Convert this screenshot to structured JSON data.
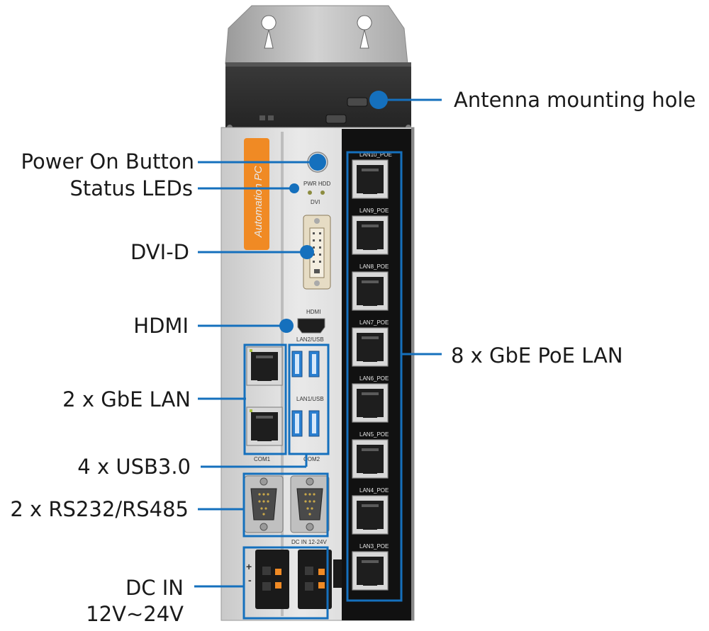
{
  "colors": {
    "callout": "#1570bd",
    "orange": "#f08a24",
    "port_blue": "#2a7fd0"
  },
  "device": {
    "brand_strip": "Automation PC",
    "label_pwr_hdd": "PWR HDD",
    "label_dvi": "DVI",
    "label_hdmi": "HDMI",
    "label_lan2_usb": "LAN2/USB",
    "label_lan1_usb": "LAN1/USB",
    "label_com1": "COM1",
    "label_com2": "COM2",
    "label_dc_in": "DC IN 12-24V",
    "poe_ports": [
      "LAN10_POE",
      "LAN9_POE",
      "LAN8_POE",
      "LAN7_POE",
      "LAN6_POE",
      "LAN5_POE",
      "LAN4_POE",
      "LAN3_POE"
    ]
  },
  "callouts": {
    "antenna": "Antenna mounting hole",
    "power_button": "Power On Button",
    "status_leds": "Status LEDs",
    "dvi": "DVI-D",
    "hdmi": "HDMI",
    "gbe_lan": "2 x GbE LAN",
    "usb": "4 x USB3.0",
    "rs232": "2 x RS232/RS485",
    "dc_in_line1": "DC IN",
    "dc_in_line2": "12V~24V",
    "poe_lan": "8 x GbE PoE LAN"
  }
}
